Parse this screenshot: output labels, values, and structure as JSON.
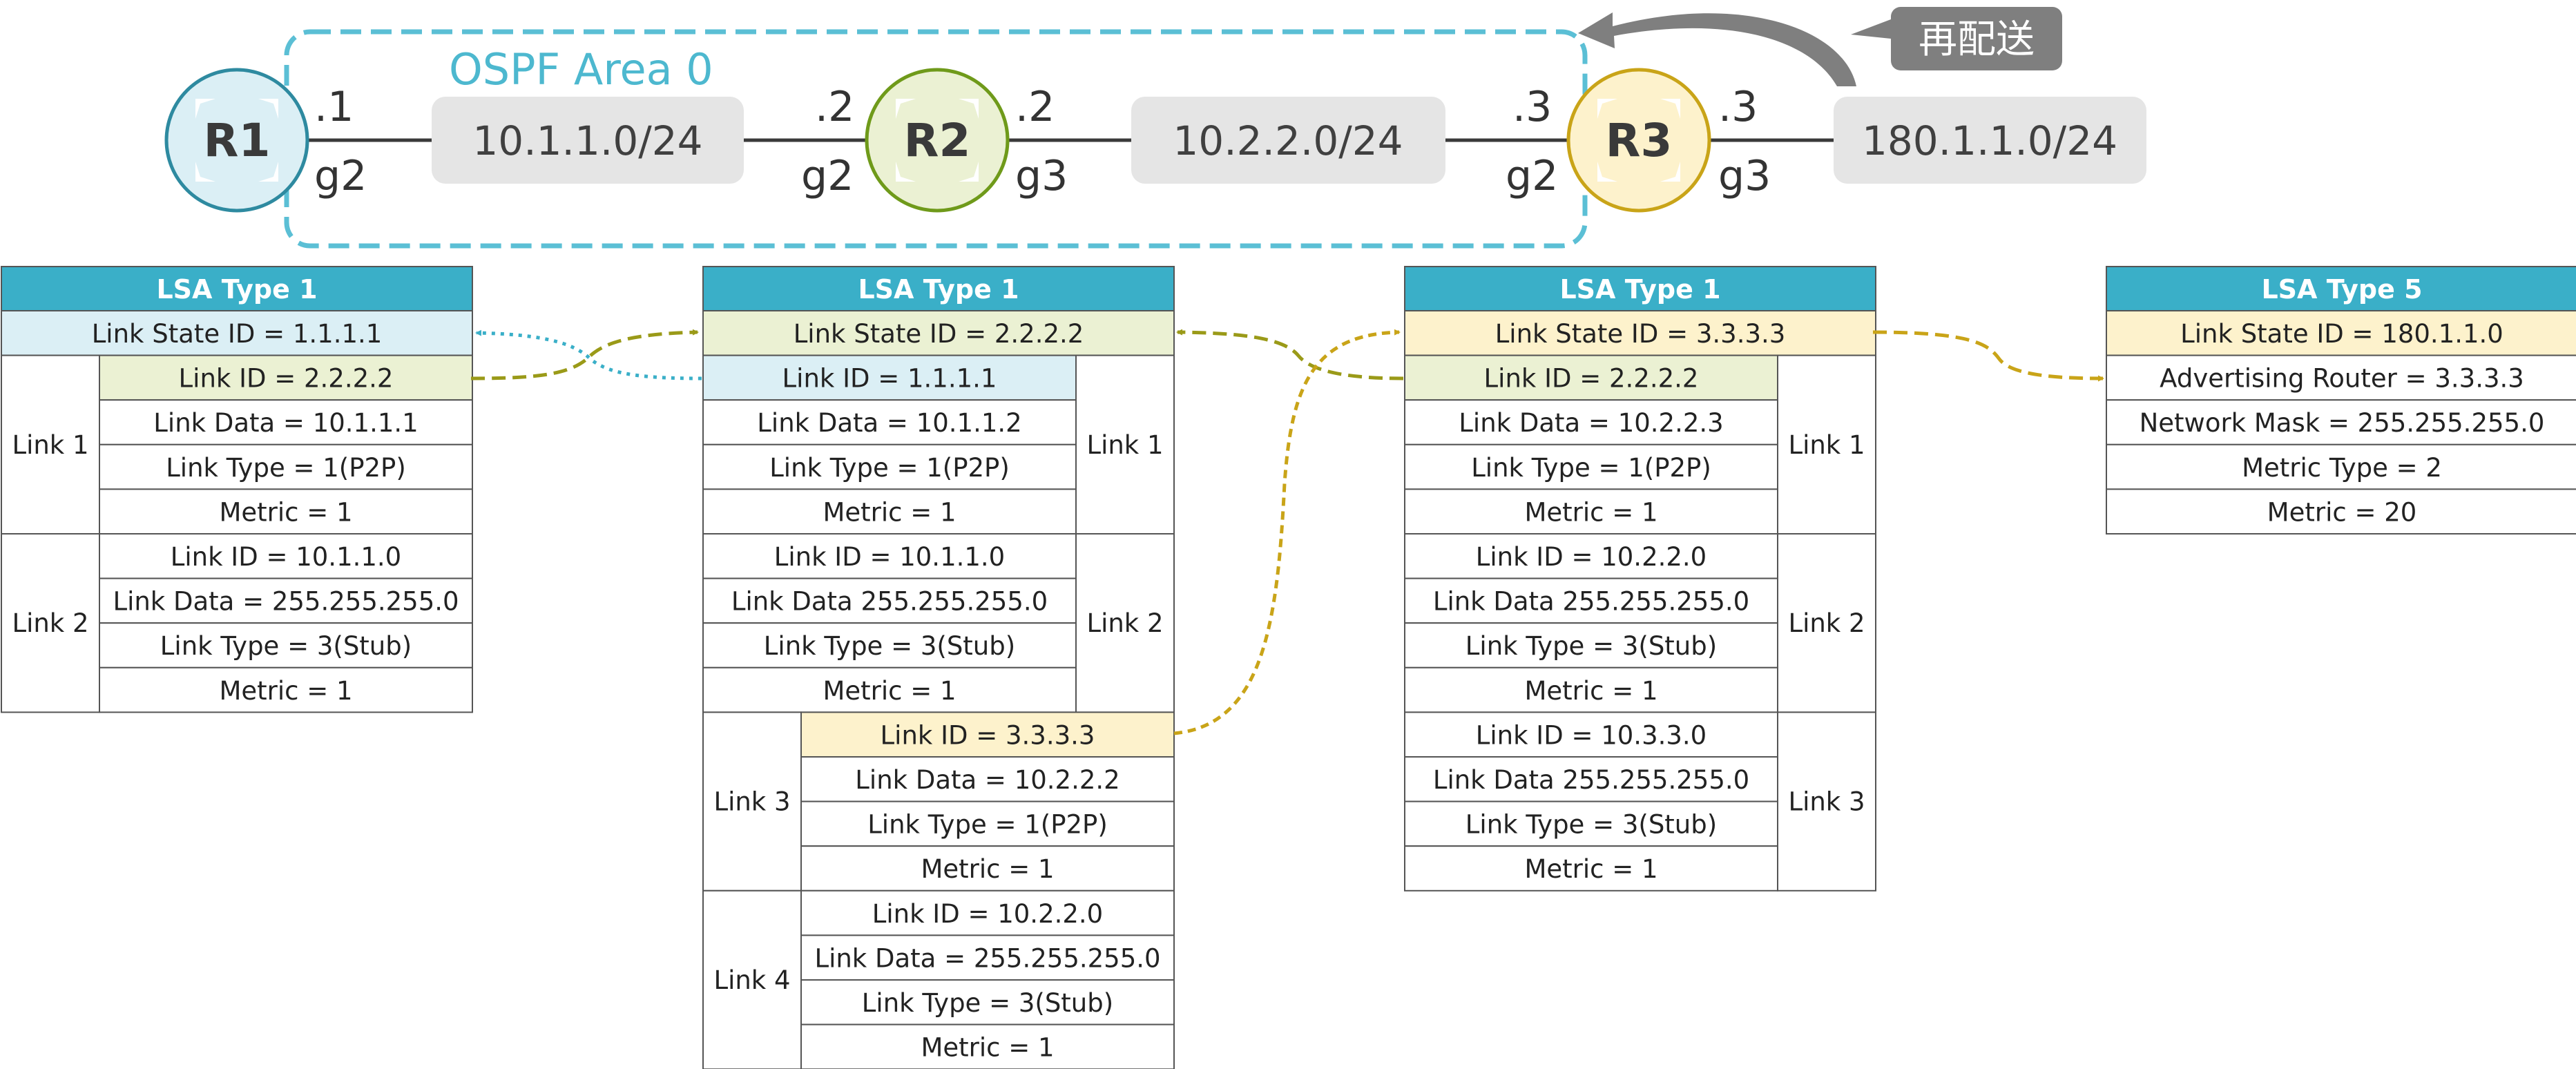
{
  "topology": {
    "area_label": "OSPF Area 0",
    "redistribute_label": "再配送",
    "routers": [
      {
        "id": "r1",
        "label": "R1",
        "fill": "#dbeff5",
        "stroke": "#2e8aa0"
      },
      {
        "id": "r2",
        "label": "R2",
        "fill": "#ebf1d3",
        "stroke": "#6f9a1a"
      },
      {
        "id": "r3",
        "label": "R3",
        "fill": "#fdf2cc",
        "stroke": "#c9a418"
      }
    ],
    "subnets": [
      "10.1.1.0/24",
      "10.2.2.0/24",
      "180.1.1.0/24"
    ],
    "ip_labels": [
      ".1",
      ".2",
      ".2",
      ".3",
      ".3"
    ],
    "if_labels": [
      "g2",
      "g2",
      "g3",
      "g2",
      "g3"
    ]
  },
  "colors": {
    "header": "#3aafc8",
    "blue": "#dbeff5",
    "green": "#ebf1d3",
    "yellow": "#fdf2cc",
    "grid": "#555555",
    "area_border": "#5bbfd5",
    "link_blue": "#3aafc8",
    "link_olive": "#9a9a18",
    "link_gold": "#c9a418"
  },
  "lsa_tables": [
    {
      "header": "LSA Type 1",
      "lsid": "Link State ID = 1.1.1.1",
      "lsid_color": "blue",
      "links": [
        {
          "name": "Link 1",
          "rows": [
            "Link ID = 2.2.2.2",
            "Link Data = 10.1.1.1",
            "Link Type = 1(P2P)",
            "Metric = 1"
          ],
          "first_color": "green"
        },
        {
          "name": "Link 2",
          "rows": [
            "Link ID = 10.1.1.0",
            "Link Data = 255.255.255.0",
            "Link Type = 3(Stub)",
            "Metric = 1"
          ],
          "first_color": ""
        }
      ]
    },
    {
      "header": "LSA Type 1",
      "lsid": "Link State ID = 2.2.2.2",
      "lsid_color": "green",
      "links": [
        {
          "name": "Link 1",
          "rows": [
            "Link ID = 1.1.1.1",
            "Link Data = 10.1.1.2",
            "Link Type = 1(P2P)",
            "Metric = 1"
          ],
          "first_color": "blue"
        },
        {
          "name": "Link 2",
          "rows": [
            "Link ID = 10.1.1.0",
            "Link Data 255.255.255.0",
            "Link Type = 3(Stub)",
            "Metric = 1"
          ],
          "first_color": ""
        },
        {
          "name": "Link 3",
          "rows": [
            "Link ID = 3.3.3.3",
            "Link Data = 10.2.2.2",
            "Link Type = 1(P2P)",
            "Metric = 1"
          ],
          "first_color": "yellow"
        },
        {
          "name": "Link 4",
          "rows": [
            "Link ID = 10.2.2.0",
            "Link Data = 255.255.255.0",
            "Link Type = 3(Stub)",
            "Metric = 1"
          ],
          "first_color": ""
        }
      ]
    },
    {
      "header": "LSA Type 1",
      "lsid": "Link State ID = 3.3.3.3",
      "lsid_color": "yellow",
      "links": [
        {
          "name": "Link 1",
          "rows": [
            "Link ID = 2.2.2.2",
            "Link Data = 10.2.2.3",
            "Link Type = 1(P2P)",
            "Metric = 1"
          ],
          "first_color": "green"
        },
        {
          "name": "Link 2",
          "rows": [
            "Link ID = 10.2.2.0",
            "Link Data 255.255.255.0",
            "Link Type = 3(Stub)",
            "Metric = 1"
          ],
          "first_color": ""
        },
        {
          "name": "Link 3",
          "rows": [
            "Link ID = 10.3.3.0",
            "Link Data 255.255.255.0",
            "Link Type = 3(Stub)",
            "Metric = 1"
          ],
          "first_color": ""
        }
      ]
    },
    {
      "header": "LSA Type 5",
      "lsid": "Link State ID = 180.1.1.0",
      "lsid_color": "yellow",
      "rows": [
        "Advertising Router = 3.3.3.3",
        "Network Mask = 255.255.255.0",
        "Metric Type = 2",
        "Metric = 20"
      ]
    }
  ]
}
